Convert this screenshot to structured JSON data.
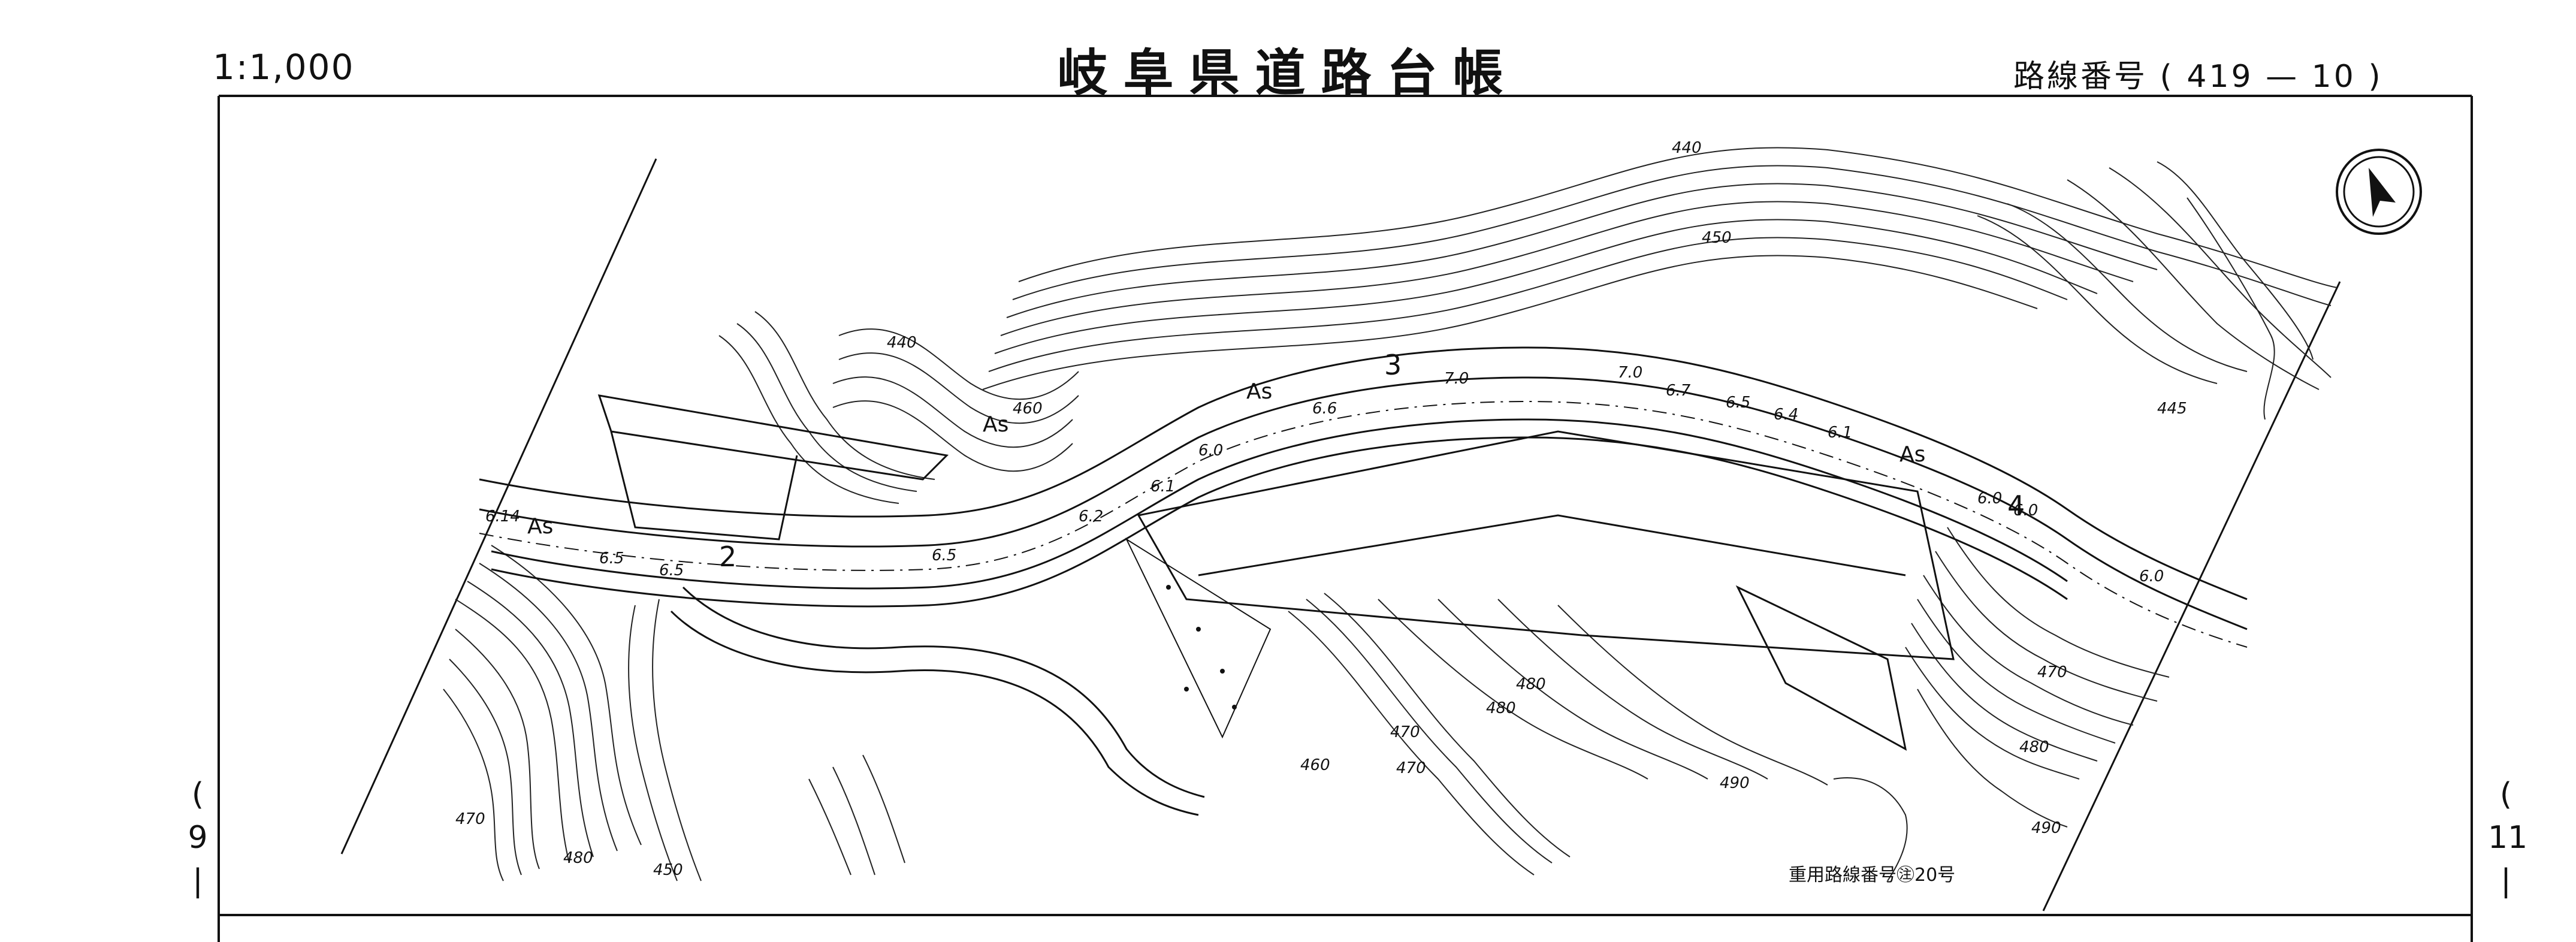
{
  "header": {
    "scale": "1:1,000",
    "title": "岐阜県道路台帳",
    "route_number_label": "路線番号",
    "route_number_value": "( 419 — 10 )"
  },
  "map": {
    "section_numbers": [
      "2",
      "3",
      "4"
    ],
    "surface_labels": [
      "As",
      "As",
      "As",
      "As"
    ],
    "width_labels": [
      "6.14",
      "6.5",
      "6.5",
      "6.5",
      "6.2",
      "6.1",
      "6.0",
      "6.6",
      "7.0",
      "7.0",
      "6.7",
      "6.5",
      "6.4",
      "6.1",
      "6.0",
      "6.0",
      "6.0"
    ],
    "contour_labels": [
      "440",
      "450",
      "445",
      "440",
      "460",
      "460",
      "470",
      "480",
      "470",
      "480",
      "490",
      "470",
      "480",
      "490",
      "480",
      "470",
      "450"
    ],
    "overlapping_route": "重用路線番号㊟20号",
    "north_arrow_icon": "north-arrow-icon"
  },
  "margin": {
    "page_number_left": [
      "(",
      "9",
      "|"
    ],
    "page_number_right": [
      "(",
      "11",
      "|"
    ]
  }
}
